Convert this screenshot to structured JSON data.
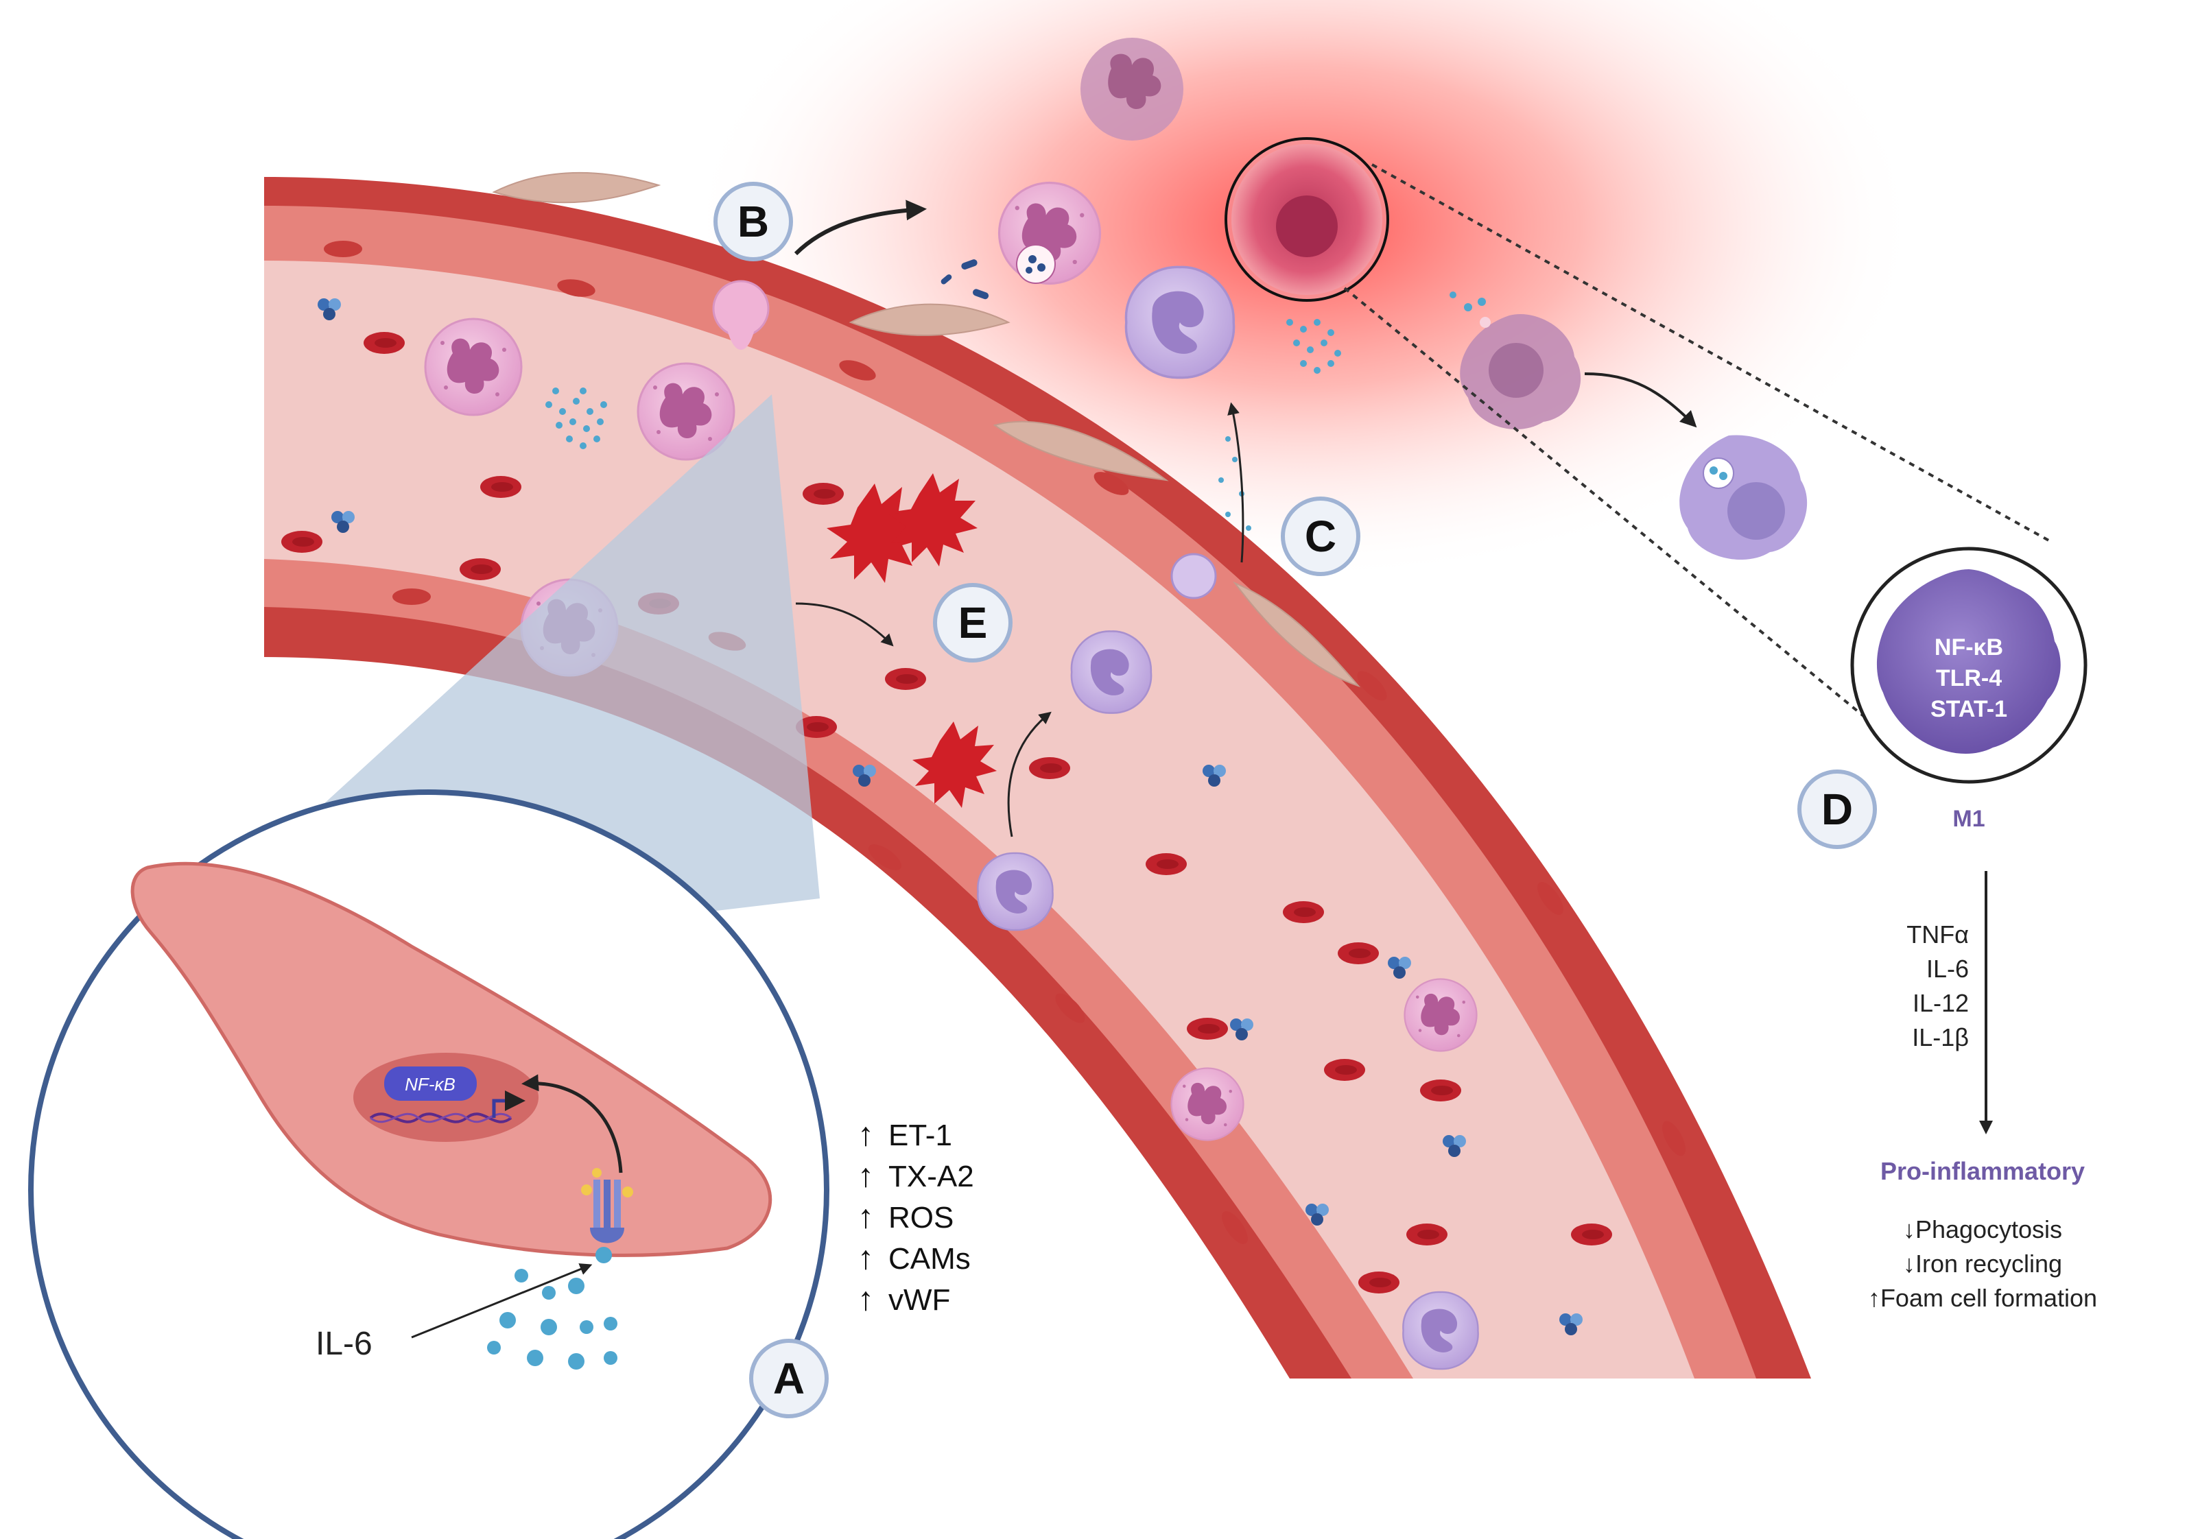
{
  "panels": {
    "a": "A",
    "b": "B",
    "c": "C",
    "d": "D",
    "e": "E"
  },
  "inset": {
    "nfkb_label": "NF-κB",
    "il6_label": "IL-6"
  },
  "endothelial_markers": [
    {
      "arrow": "↑",
      "label": "ET-1"
    },
    {
      "arrow": "↑",
      "label": "TX-A2"
    },
    {
      "arrow": "↑",
      "label": "ROS"
    },
    {
      "arrow": "↑",
      "label": "CAMs"
    },
    {
      "arrow": "↑",
      "label": "vWF"
    }
  ],
  "macrophage": {
    "markers": [
      "NF-κB",
      "TLR-4",
      "STAT-1"
    ],
    "phenotype": "M1",
    "cytokines": [
      "TNFα",
      "IL-6",
      "IL-12",
      "IL-1β"
    ],
    "outcome_title": "Pro-inflammatory",
    "effects": [
      "↓Phagocytosis",
      "↓Iron recycling",
      "↑Foam cell formation"
    ]
  },
  "colors": {
    "vessel_wall": "#c8413e",
    "vessel_lumen": "#f2c9c6",
    "inflammation_glow": "#ff5a55",
    "neutrophil": "#e9a9cf",
    "monocyte": "#c7b0e0",
    "macrophage_m1": "#7b63b8",
    "inset_border": "#3f5d8f",
    "inset_fill": "#b7c9dd",
    "text_purple": "#6e5aa5"
  }
}
